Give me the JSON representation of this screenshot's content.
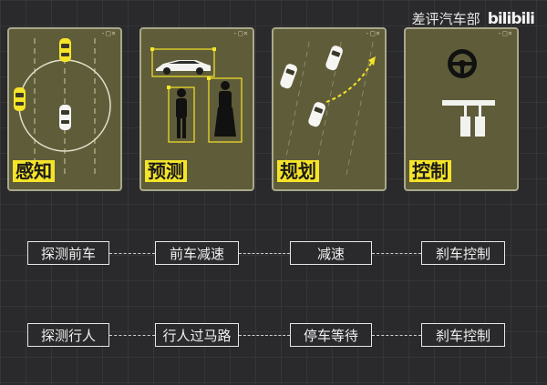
{
  "watermark": {
    "text": "差评汽车部"
  },
  "cards": [
    {
      "label": "感知",
      "controls": "-□×"
    },
    {
      "label": "预测",
      "controls": "-□×"
    },
    {
      "label": "规划",
      "controls": "-□×"
    },
    {
      "label": "控制",
      "controls": "-□×"
    }
  ],
  "rows": [
    {
      "steps": [
        "探测前车",
        "前车减速",
        "减速",
        "刹车控制"
      ]
    },
    {
      "steps": [
        "探测行人",
        "行人过马路",
        "停车等待",
        "刹车控制"
      ]
    }
  ],
  "colors": {
    "accent": "#f5e428",
    "card_bg": "#5f5c3a",
    "page_bg": "#2a2a2c"
  }
}
